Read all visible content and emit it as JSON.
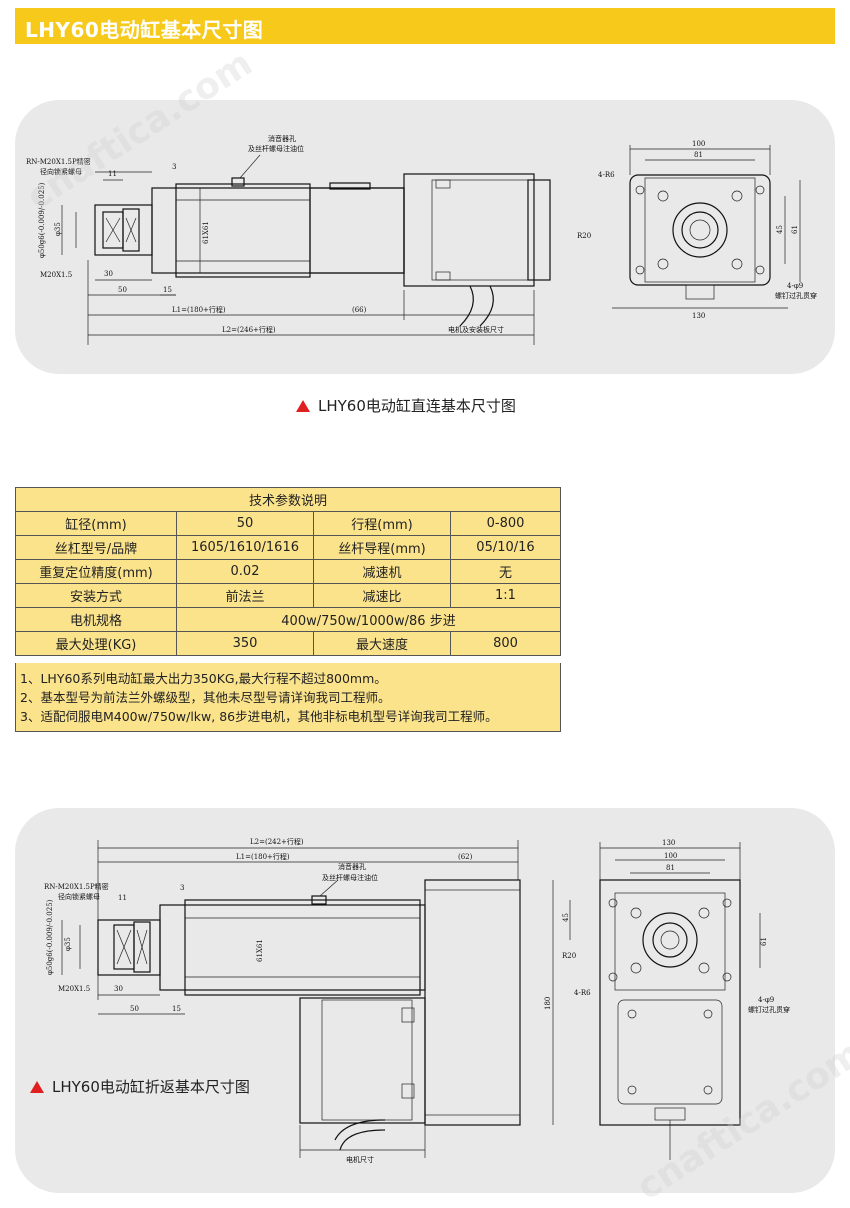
{
  "header": {
    "title": "LHY60电动缸基本尺寸图"
  },
  "drawing1": {
    "caption": "LHY60电动缸直连基本尺寸图",
    "labels": {
      "nut": "RN-M20X1.5P精密",
      "nut2": "径向锁紧螺母",
      "grease": "消音器孔",
      "grease2": "及丝杆螺母注油位",
      "d3": "3",
      "d11": "11",
      "dia35": "φ35",
      "dia50": "φ50g6(-0.009/-0.025)",
      "m20": "M20X1.5",
      "d30": "30",
      "d50": "50",
      "d15": "15",
      "sq": "61X61",
      "l1": "L1=(180+行程)",
      "d66": "(66)",
      "l2": "L2=(246+行程)",
      "motor": "电机及安装板尺寸",
      "w100": "100",
      "w81": "81",
      "r6": "4-R6",
      "r20": "R20",
      "h45": "45",
      "h61": "61",
      "w130": "130",
      "holes": "4-φ9",
      "holes2": "螺钉过孔贯穿"
    }
  },
  "spec_table": {
    "title": "技术参数说明",
    "rows": [
      [
        "缸径(mm)",
        "50",
        "行程(mm)",
        "0-800"
      ],
      [
        "丝杠型号/品牌",
        "1605/1610/1616",
        "丝杆导程(mm)",
        "05/10/16"
      ],
      [
        "重复定位精度(mm)",
        "0.02",
        "减速机",
        "无"
      ],
      [
        "安装方式",
        "前法兰",
        "减速比",
        "1:1"
      ]
    ],
    "motor_label": "电机规格",
    "motor_value": "400w/750w/1000w/86 步进",
    "last_row": [
      "最大处理(KG)",
      "350",
      "最大速度",
      "800"
    ],
    "notes": [
      "1、LHY60系列电动缸最大出力350KG,最大行程不超过800mm。",
      "2、基本型号为前法兰外螺级型，其他未尽型号请详询我司工程师。",
      "3、适配伺服电M400w/750w/lkw, 86步进电机，其他非标电机型号详询我司工程师。"
    ]
  },
  "drawing2": {
    "caption": "LHY60电动缸折返基本尺寸图",
    "labels": {
      "l2": "L2=(242+行程)",
      "l1": "L1=(180+行程)",
      "d62": "(62)",
      "nut": "RN-M20X1.5P精密",
      "nut2": "径向锁紧螺母",
      "grease": "消音器孔",
      "grease2": "及丝杆螺母注油位",
      "d3": "3",
      "d11": "11",
      "dia35": "φ35",
      "dia50": "φ50g6(-0.009/-0.025)",
      "m20": "M20X1.5",
      "d30": "30",
      "d50": "50",
      "d15": "15",
      "sq": "61X61",
      "motor": "电机尺寸",
      "w130": "130",
      "w100": "100",
      "w81": "81",
      "h45": "45",
      "h61": "61",
      "r20": "R20",
      "r6": "4-R6",
      "h180": "180",
      "holes": "4-φ9",
      "holes2": "螺钉过孔贯穿"
    }
  },
  "watermark": "cnaftica.com"
}
